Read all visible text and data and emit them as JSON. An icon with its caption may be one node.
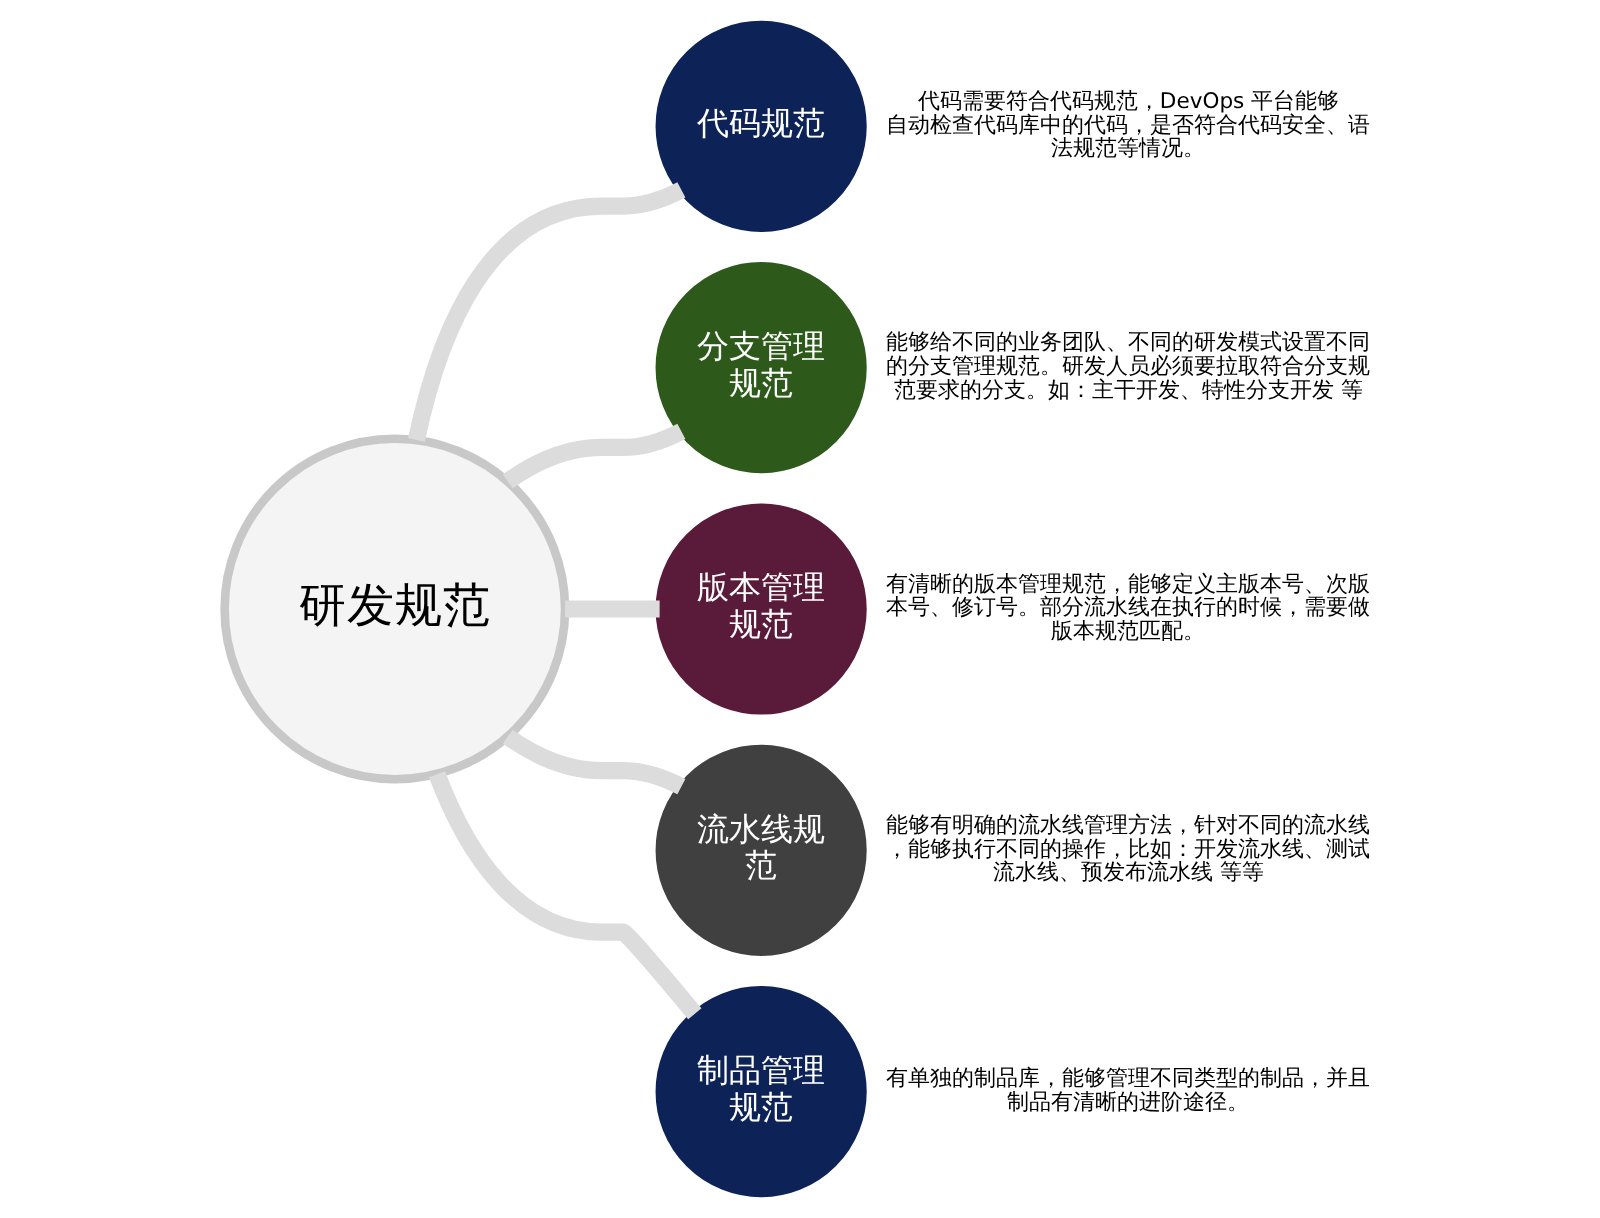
{
  "diagram": {
    "nodes": [
      {
        "text": [
          "研发规范"
        ]
      },
      {
        "text": [
          "代码规范"
        ],
        "beside": [
          "代码需要符合代码规范，DevOps 平台能够自动检查代码库中的代码，是否符合代码安全、语法规范等情况。"
        ]
      },
      {
        "text": [
          "分支管理规范"
        ],
        "beside": [
          "能够给不同的业务团队、不同的研发模式设置不同的分支管理规范。研发人员必须要拉取符合分支规范要求的分支。如：主干开发、特性分支开发 等"
        ]
      },
      {
        "text": [
          "版本管理规范"
        ],
        "beside": [
          "有清晰的版本管理规范，能够定义主版本号、次版本号、修订号。部分流水线在执行的时候，需要做版本规范匹配。"
        ]
      },
      {
        "text": [
          "流水线规范"
        ],
        "beside": [
          "能够有明确的流水线管理方法，针对不同的流水线，能够执行不同的操作，比如：开发流水线、测试流水线、预发布流水线 等等"
        ]
      },
      {
        "text": [
          "制品管理规范"
        ],
        "beside": [
          "有单独的制品库，能够管理不同类型的制品，并且制品有清晰的进阶途径。"
        ]
      }
    ],
    "edges": [
      {
        "from": 0,
        "to": 1,
        "arrow": "none"
      },
      {
        "from": 0,
        "to": 2,
        "arrow": "none"
      },
      {
        "from": 0,
        "to": 3,
        "arrow": "none"
      },
      {
        "from": 0,
        "to": 4,
        "arrow": "none"
      },
      {
        "from": 0,
        "to": 5,
        "arrow": "none"
      }
    ]
  }
}
